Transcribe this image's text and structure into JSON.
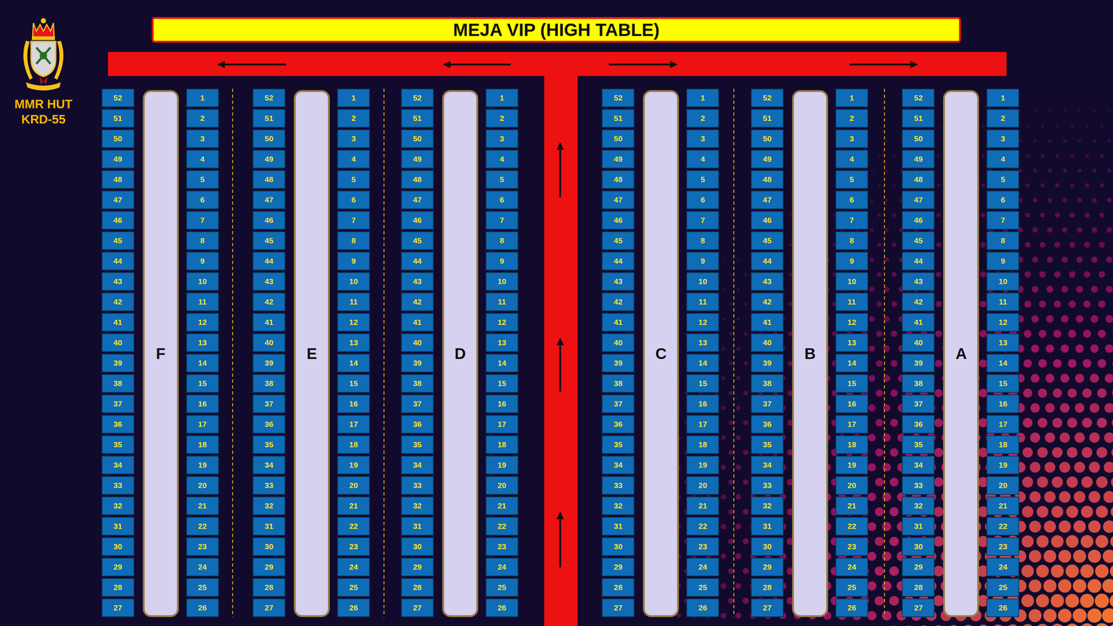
{
  "diagram": {
    "nodes": [
      {
        "text": [
          "MEJA VIP (HIGH TABLE)"
        ]
      },
      {
        "text": [
          "52"
        ]
      },
      {
        "text": [
          "51"
        ]
      },
      {
        "text": [
          "50"
        ]
      },
      {
        "text": [
          "49"
        ]
      },
      {
        "text": [
          "48"
        ]
      },
      {
        "text": [
          "47"
        ]
      },
      {
        "text": [
          "46"
        ]
      },
      {
        "text": [
          "45"
        ]
      },
      {
        "text": [
          "44"
        ]
      },
      {
        "text": [
          "43"
        ]
      },
      {
        "text": [
          "42"
        ]
      },
      {
        "text": [
          "41"
        ]
      },
      {
        "text": [
          "40"
        ]
      },
      {
        "text": [
          "39"
        ]
      },
      {
        "text": [
          "38"
        ]
      },
      {
        "text": [
          "37"
        ]
      },
      {
        "text": [
          "36"
        ]
      },
      {
        "text": [
          "35"
        ]
      },
      {
        "text": [
          "34"
        ]
      },
      {
        "text": [
          "33"
        ]
      },
      {
        "text": [
          "32"
        ]
      },
      {
        "text": [
          "31"
        ]
      },
      {
        "text": [
          "30"
        ]
      },
      {
        "text": [
          "29"
        ]
      },
      {
        "text": [
          "28"
        ]
      },
      {
        "text": [
          "27"
        ]
      },
      {
        "text": [
          "F"
        ]
      },
      {
        "text": [
          "1"
        ]
      },
      {
        "text": [
          "2"
        ]
      },
      {
        "text": [
          "3"
        ]
      },
      {
        "text": [
          "4"
        ]
      },
      {
        "text": [
          "5"
        ]
      },
      {
        "text": [
          "6"
        ]
      },
      {
        "text": [
          "7"
        ]
      },
      {
        "text": [
          "8"
        ]
      },
      {
        "text": [
          "9"
        ]
      },
      {
        "text": [
          "10"
        ]
      },
      {
        "text": [
          "11"
        ]
      },
      {
        "text": [
          "12"
        ]
      },
      {
        "text": [
          "13"
        ]
      },
      {
        "text": [
          "14"
        ]
      },
      {
        "text": [
          "15"
        ]
      },
      {
        "text": [
          "16"
        ]
      },
      {
        "text": [
          "17"
        ]
      },
      {
        "text": [
          "18"
        ]
      },
      {
        "text": [
          "19"
        ]
      },
      {
        "text": [
          "20"
        ]
      },
      {
        "text": [
          "21"
        ]
      },
      {
        "text": [
          "22"
        ]
      },
      {
        "text": [
          "23"
        ]
      },
      {
        "text": [
          "24"
        ]
      },
      {
        "text": [
          "25"
        ]
      },
      {
        "text": [
          "26"
        ]
      },
      {
        "text": [
          "52"
        ]
      },
      {
        "text": [
          "51"
        ]
      },
      {
        "text": [
          "50"
        ]
      },
      {
        "text": [
          "49"
        ]
      },
      {
        "text": [
          "48"
        ]
      },
      {
        "text": [
          "47"
        ]
      },
      {
        "text": [
          "46"
        ]
      },
      {
        "text": [
          "45"
        ]
      },
      {
        "text": [
          "44"
        ]
      },
      {
        "text": [
          "43"
        ]
      },
      {
        "text": [
          "42"
        ]
      },
      {
        "text": [
          "41"
        ]
      },
      {
        "text": [
          "40"
        ]
      },
      {
        "text": [
          "39"
        ]
      },
      {
        "text": [
          "38"
        ]
      },
      {
        "text": [
          "37"
        ]
      },
      {
        "text": [
          "36"
        ]
      },
      {
        "text": [
          "35"
        ]
      },
      {
        "text": [
          "34"
        ]
      },
      {
        "text": [
          "33"
        ]
      },
      {
        "text": [
          "32"
        ]
      },
      {
        "text": [
          "31"
        ]
      },
      {
        "text": [
          "30"
        ]
      },
      {
        "text": [
          "29"
        ]
      },
      {
        "text": [
          "28"
        ]
      },
      {
        "text": [
          "27"
        ]
      },
      {
        "text": [
          "E"
        ]
      },
      {
        "text": [
          "1"
        ]
      },
      {
        "text": [
          "2"
        ]
      },
      {
        "text": [
          "3"
        ]
      },
      {
        "text": [
          "4"
        ]
      },
      {
        "text": [
          "5"
        ]
      },
      {
        "text": [
          "6"
        ]
      },
      {
        "text": [
          "7"
        ]
      },
      {
        "text": [
          "8"
        ]
      },
      {
        "text": [
          "9"
        ]
      },
      {
        "text": [
          "10"
        ]
      },
      {
        "text": [
          "11"
        ]
      },
      {
        "text": [
          "12"
        ]
      },
      {
        "text": [
          "13"
        ]
      },
      {
        "text": [
          "14"
        ]
      },
      {
        "text": [
          "15"
        ]
      },
      {
        "text": [
          "16"
        ]
      },
      {
        "text": [
          "17"
        ]
      },
      {
        "text": [
          "18"
        ]
      },
      {
        "text": [
          "19"
        ]
      },
      {
        "text": [
          "20"
        ]
      },
      {
        "text": [
          "21"
        ]
      },
      {
        "text": [
          "22"
        ]
      },
      {
        "text": [
          "23"
        ]
      },
      {
        "text": [
          "24"
        ]
      },
      {
        "text": [
          "25"
        ]
      },
      {
        "text": [
          "26"
        ]
      },
      {
        "text": [
          "52"
        ]
      },
      {
        "text": [
          "51"
        ]
      },
      {
        "text": [
          "50"
        ]
      },
      {
        "text": [
          "49"
        ]
      },
      {
        "text": [
          "48"
        ]
      },
      {
        "text": [
          "47"
        ]
      },
      {
        "text": [
          "46"
        ]
      },
      {
        "text": [
          "45"
        ]
      },
      {
        "text": [
          "44"
        ]
      },
      {
        "text": [
          "43"
        ]
      },
      {
        "text": [
          "42"
        ]
      },
      {
        "text": [
          "41"
        ]
      },
      {
        "text": [
          "40"
        ]
      },
      {
        "text": [
          "39"
        ]
      },
      {
        "text": [
          "38"
        ]
      },
      {
        "text": [
          "37"
        ]
      },
      {
        "text": [
          "36"
        ]
      },
      {
        "text": [
          "35"
        ]
      },
      {
        "text": [
          "34"
        ]
      },
      {
        "text": [
          "33"
        ]
      },
      {
        "text": [
          "32"
        ]
      },
      {
        "text": [
          "31"
        ]
      },
      {
        "text": [
          "30"
        ]
      },
      {
        "text": [
          "29"
        ]
      },
      {
        "text": [
          "28"
        ]
      },
      {
        "text": [
          "27"
        ]
      },
      {
        "text": [
          "D"
        ]
      },
      {
        "text": [
          "1"
        ]
      },
      {
        "text": [
          "2"
        ]
      },
      {
        "text": [
          "3"
        ]
      },
      {
        "text": [
          "4"
        ]
      },
      {
        "text": [
          "5"
        ]
      },
      {
        "text": [
          "6"
        ]
      },
      {
        "text": [
          "7"
        ]
      },
      {
        "text": [
          "8"
        ]
      },
      {
        "text": [
          "9"
        ]
      },
      {
        "text": [
          "10"
        ]
      },
      {
        "text": [
          "11"
        ]
      },
      {
        "text": [
          "12"
        ]
      },
      {
        "text": [
          "13"
        ]
      },
      {
        "text": [
          "14"
        ]
      },
      {
        "text": [
          "15"
        ]
      },
      {
        "text": [
          "16"
        ]
      },
      {
        "text": [
          "17"
        ]
      },
      {
        "text": [
          "18"
        ]
      },
      {
        "text": [
          "19"
        ]
      },
      {
        "text": [
          "20"
        ]
      },
      {
        "text": [
          "21"
        ]
      },
      {
        "text": [
          "22"
        ]
      },
      {
        "text": [
          "23"
        ]
      },
      {
        "text": [
          "24"
        ]
      },
      {
        "text": [
          "25"
        ]
      },
      {
        "text": [
          "26"
        ]
      },
      {
        "text": [
          "52"
        ]
      },
      {
        "text": [
          "51"
        ]
      },
      {
        "text": [
          "50"
        ]
      },
      {
        "text": [
          "49"
        ]
      },
      {
        "text": [
          "48"
        ]
      },
      {
        "text": [
          "47"
        ]
      },
      {
        "text": [
          "46"
        ]
      },
      {
        "text": [
          "45"
        ]
      },
      {
        "text": [
          "44"
        ]
      },
      {
        "text": [
          "43"
        ]
      },
      {
        "text": [
          "42"
        ]
      },
      {
        "text": [
          "41"
        ]
      },
      {
        "text": [
          "40"
        ]
      },
      {
        "text": [
          "39"
        ]
      },
      {
        "text": [
          "38"
        ]
      },
      {
        "text": [
          "37"
        ]
      },
      {
        "text": [
          "36"
        ]
      },
      {
        "text": [
          "35"
        ]
      },
      {
        "text": [
          "34"
        ]
      },
      {
        "text": [
          "33"
        ]
      },
      {
        "text": [
          "32"
        ]
      },
      {
        "text": [
          "31"
        ]
      },
      {
        "text": [
          "30"
        ]
      },
      {
        "text": [
          "29"
        ]
      },
      {
        "text": [
          "28"
        ]
      },
      {
        "text": [
          "27"
        ]
      },
      {
        "text": [
          "C"
        ]
      },
      {
        "text": [
          "1"
        ]
      },
      {
        "text": [
          "2"
        ]
      },
      {
        "text": [
          "3"
        ]
      },
      {
        "text": [
          "4"
        ]
      },
      {
        "text": [
          "5"
        ]
      },
      {
        "text": [
          "6"
        ]
      },
      {
        "text": [
          "7"
        ]
      },
      {
        "text": [
          "8"
        ]
      },
      {
        "text": [
          "9"
        ]
      },
      {
        "text": [
          "10"
        ]
      },
      {
        "text": [
          "11"
        ]
      },
      {
        "text": [
          "12"
        ]
      },
      {
        "text": [
          "13"
        ]
      },
      {
        "text": [
          "14"
        ]
      },
      {
        "text": [
          "15"
        ]
      },
      {
        "text": [
          "16"
        ]
      },
      {
        "text": [
          "17"
        ]
      },
      {
        "text": [
          "18"
        ]
      },
      {
        "text": [
          "19"
        ]
      },
      {
        "text": [
          "20"
        ]
      },
      {
        "text": [
          "21"
        ]
      },
      {
        "text": [
          "22"
        ]
      },
      {
        "text": [
          "23"
        ]
      },
      {
        "text": [
          "24"
        ]
      },
      {
        "text": [
          "25"
        ]
      },
      {
        "text": [
          "26"
        ]
      },
      {
        "text": [
          "52"
        ]
      },
      {
        "text": [
          "51"
        ]
      },
      {
        "text": [
          "50"
        ]
      },
      {
        "text": [
          "49"
        ]
      },
      {
        "text": [
          "48"
        ]
      },
      {
        "text": [
          "47"
        ]
      },
      {
        "text": [
          "46"
        ]
      },
      {
        "text": [
          "45"
        ]
      },
      {
        "text": [
          "44"
        ]
      },
      {
        "text": [
          "43"
        ]
      },
      {
        "text": [
          "42"
        ]
      },
      {
        "text": [
          "41"
        ]
      },
      {
        "text": [
          "40"
        ]
      },
      {
        "text": [
          "39"
        ]
      },
      {
        "text": [
          "38"
        ]
      },
      {
        "text": [
          "37"
        ]
      },
      {
        "text": [
          "36"
        ]
      },
      {
        "text": [
          "35"
        ]
      },
      {
        "text": [
          "34"
        ]
      },
      {
        "text": [
          "33"
        ]
      },
      {
        "text": [
          "32"
        ]
      },
      {
        "text": [
          "31"
        ]
      },
      {
        "text": [
          "30"
        ]
      },
      {
        "text": [
          "29"
        ]
      },
      {
        "text": [
          "28"
        ]
      },
      {
        "text": [
          "27"
        ]
      },
      {
        "text": [
          "B"
        ]
      },
      {
        "text": [
          "1"
        ]
      },
      {
        "text": [
          "2"
        ]
      },
      {
        "text": [
          "3"
        ]
      },
      {
        "text": [
          "4"
        ]
      },
      {
        "text": [
          "5"
        ]
      },
      {
        "text": [
          "6"
        ]
      },
      {
        "text": [
          "7"
        ]
      },
      {
        "text": [
          "8"
        ]
      },
      {
        "text": [
          "9"
        ]
      },
      {
        "text": [
          "10"
        ]
      },
      {
        "text": [
          "11"
        ]
      },
      {
        "text": [
          "12"
        ]
      },
      {
        "text": [
          "13"
        ]
      },
      {
        "text": [
          "14"
        ]
      },
      {
        "text": [
          "15"
        ]
      },
      {
        "text": [
          "16"
        ]
      },
      {
        "text": [
          "17"
        ]
      },
      {
        "text": [
          "18"
        ]
      },
      {
        "text": [
          "19"
        ]
      },
      {
        "text": [
          "20"
        ]
      },
      {
        "text": [
          "21"
        ]
      },
      {
        "text": [
          "22"
        ]
      },
      {
        "text": [
          "23"
        ]
      },
      {
        "text": [
          "24"
        ]
      },
      {
        "text": [
          "25"
        ]
      },
      {
        "text": [
          "26"
        ]
      },
      {
        "text": [
          "52"
        ]
      },
      {
        "text": [
          "51"
        ]
      },
      {
        "text": [
          "50"
        ]
      },
      {
        "text": [
          "49"
        ]
      },
      {
        "text": [
          "48"
        ]
      },
      {
        "text": [
          "47"
        ]
      },
      {
        "text": [
          "46"
        ]
      },
      {
        "text": [
          "45"
        ]
      },
      {
        "text": [
          "44"
        ]
      },
      {
        "text": [
          "43"
        ]
      },
      {
        "text": [
          "42"
        ]
      },
      {
        "text": [
          "41"
        ]
      },
      {
        "text": [
          "40"
        ]
      },
      {
        "text": [
          "39"
        ]
      },
      {
        "text": [
          "38"
        ]
      },
      {
        "text": [
          "37"
        ]
      },
      {
        "text": [
          "36"
        ]
      },
      {
        "text": [
          "35"
        ]
      },
      {
        "text": [
          "34"
        ]
      },
      {
        "text": [
          "33"
        ]
      },
      {
        "text": [
          "32"
        ]
      },
      {
        "text": [
          "31"
        ]
      },
      {
        "text": [
          "30"
        ]
      },
      {
        "text": [
          "29"
        ]
      },
      {
        "text": [
          "28"
        ]
      },
      {
        "text": [
          "27"
        ]
      },
      {
        "text": [
          "A"
        ]
      },
      {
        "text": [
          "1"
        ]
      },
      {
        "text": [
          "2"
        ]
      },
      {
        "text": [
          "3"
        ]
      },
      {
        "text": [
          "4"
        ]
      },
      {
        "text": [
          "5"
        ]
      },
      {
        "text": [
          "6"
        ]
      },
      {
        "text": [
          "7"
        ]
      },
      {
        "text": [
          "8"
        ]
      },
      {
        "text": [
          "9"
        ]
      },
      {
        "text": [
          "10"
        ]
      },
      {
        "text": [
          "11"
        ]
      },
      {
        "text": [
          "12"
        ]
      },
      {
        "text": [
          "13"
        ]
      },
      {
        "text": [
          "14"
        ]
      },
      {
        "text": [
          "15"
        ]
      },
      {
        "text": [
          "16"
        ]
      },
      {
        "text": [
          "17"
        ]
      },
      {
        "text": [
          "18"
        ]
      },
      {
        "text": [
          "19"
        ]
      },
      {
        "text": [
          "20"
        ]
      },
      {
        "text": [
          "21"
        ]
      },
      {
        "text": [
          "22"
        ]
      },
      {
        "text": [
          "23"
        ]
      },
      {
        "text": [
          "24"
        ]
      },
      {
        "text": [
          "25"
        ]
      },
      {
        "text": [
          "26"
        ]
      }
    ],
    "labels": [
      "MMR HUT KRD-55"
    ]
  }
}
